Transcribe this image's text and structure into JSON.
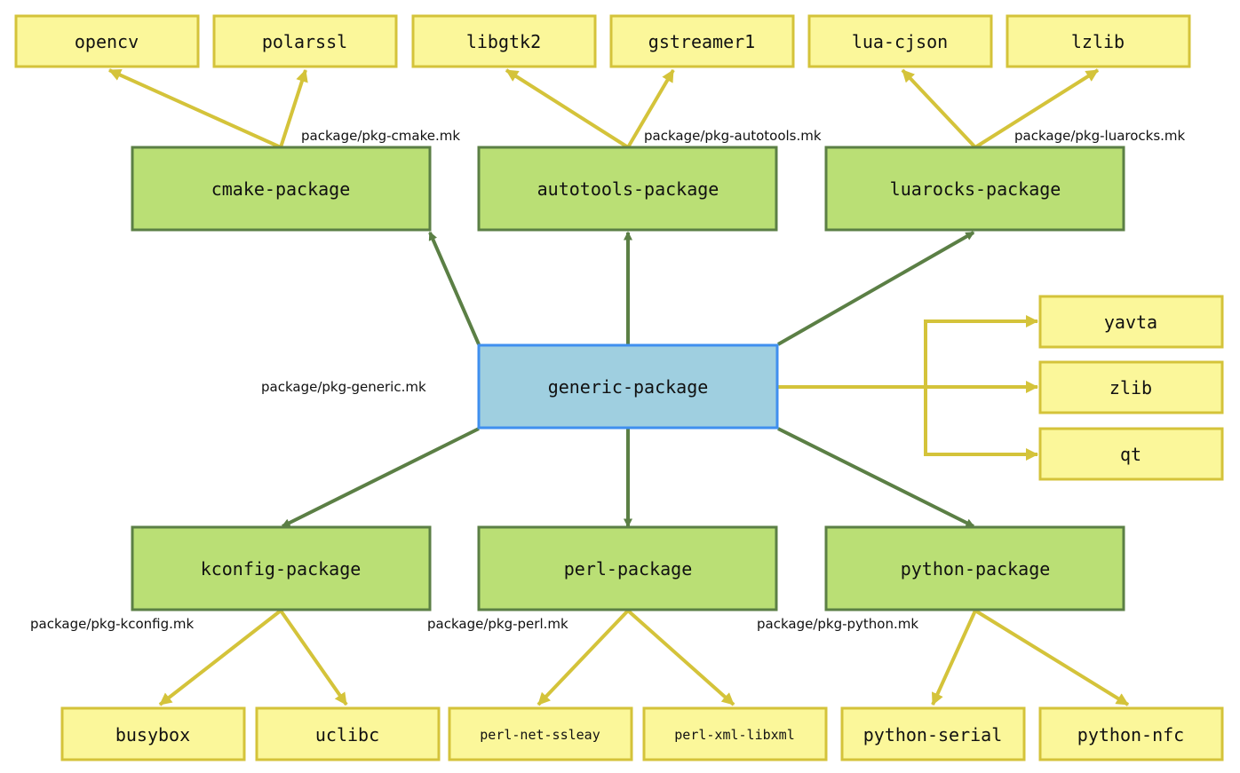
{
  "colors": {
    "leaf_fill": "#fbf79a",
    "leaf_stroke": "#d4c33a",
    "infra_fill": "#badf75",
    "infra_stroke": "#5b7f45",
    "core_fill": "#9fcfe0",
    "core_stroke": "#3f8fef",
    "green_edge": "#5b7f45",
    "yellow_edge": "#d4c33a"
  },
  "nodes": {
    "generic": "generic-package",
    "cmake": "cmake-package",
    "autotools": "autotools-package",
    "luarocks": "luarocks-package",
    "kconfig": "kconfig-package",
    "perl": "perl-package",
    "python": "python-package",
    "opencv": "opencv",
    "polarssl": "polarssl",
    "libgtk2": "libgtk2",
    "gstreamer1": "gstreamer1",
    "lua_cjson": "lua-cjson",
    "lzlib": "lzlib",
    "yavta": "yavta",
    "zlib": "zlib",
    "qt": "qt",
    "busybox": "busybox",
    "uclibc": "uclibc",
    "perl_net_ssleay": "perl-net-ssleay",
    "perl_xml_libxml": "perl-xml-libxml",
    "python_serial": "python-serial",
    "python_nfc": "python-nfc"
  },
  "files": {
    "cmake": "package/pkg-cmake.mk",
    "autotools": "package/pkg-autotools.mk",
    "luarocks": "package/pkg-luarocks.mk",
    "generic": "package/pkg-generic.mk",
    "kconfig": "package/pkg-kconfig.mk",
    "perl": "package/pkg-perl.mk",
    "python": "package/pkg-python.mk"
  }
}
